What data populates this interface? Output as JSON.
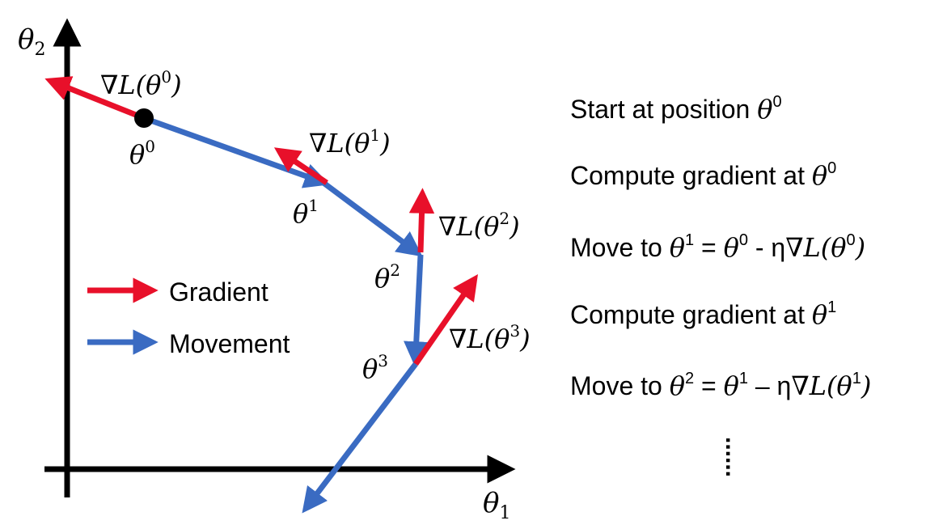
{
  "axes": {
    "y_label": "θ",
    "y_sub": "2",
    "x_label": "θ",
    "x_sub": "1"
  },
  "points": [
    {
      "name": "θ",
      "sup": "0"
    },
    {
      "name": "θ",
      "sup": "1"
    },
    {
      "name": "θ",
      "sup": "2"
    },
    {
      "name": "θ",
      "sup": "3"
    }
  ],
  "gradients": [
    {
      "prefix": "∇L(θ",
      "sup": "0",
      "suffix": ")"
    },
    {
      "prefix": "∇L(θ",
      "sup": "1",
      "suffix": ")"
    },
    {
      "prefix": "∇L(θ",
      "sup": "2",
      "suffix": ")"
    },
    {
      "prefix": "∇L(θ",
      "sup": "3",
      "suffix": ")"
    }
  ],
  "legend": {
    "gradient_label": "Gradient",
    "movement_label": "Movement"
  },
  "steps": [
    {
      "text": "Start at position ",
      "theta": "θ",
      "sup": "0"
    },
    {
      "text": "Compute gradient at ",
      "theta": "θ",
      "sup": "0"
    },
    {
      "text": "Move to ",
      "theta": "θ",
      "sup": "1",
      "eq": " = ",
      "theta2": "θ",
      "sup2": "0",
      "op": " - η",
      "grad": "∇L(θ",
      "sup3": "0",
      "close": ")"
    },
    {
      "text": "Compute gradient at ",
      "theta": "θ",
      "sup": "1"
    },
    {
      "text": "Move to ",
      "theta": "θ",
      "sup": "2",
      "eq": " = ",
      "theta2": "θ",
      "sup2": "1",
      "op": " – η",
      "grad": "∇L(θ",
      "sup3": "1",
      "close": ")"
    }
  ],
  "ellipsis": "......",
  "colors": {
    "gradient": "#e8102a",
    "movement": "#3a6bc2",
    "axis": "#000000"
  }
}
